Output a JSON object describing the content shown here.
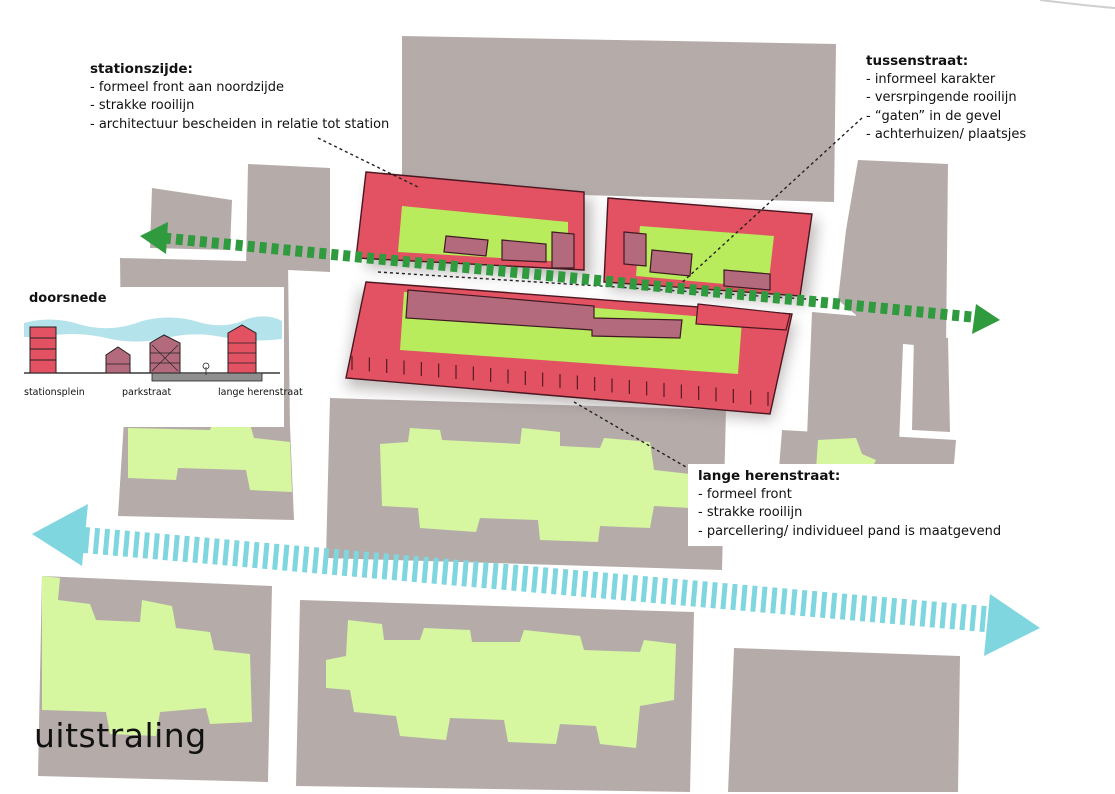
{
  "annotations": {
    "stationszijde": {
      "heading": "stationszijde:",
      "lines": [
        "- formeel front aan noordzijde",
        "- strakke rooilijn",
        "- architectuur bescheiden in relatie tot station"
      ]
    },
    "tussenstraat": {
      "heading": "tussenstraat:",
      "lines": [
        "- informeel karakter",
        "- versrpingende rooilijn",
        "- “gaten” in de gevel",
        "- achterhuizen/ plaatsjes"
      ]
    },
    "lange_herenstraat": {
      "heading": "lange herenstraat:",
      "lines": [
        "- formeel front",
        "- strakke rooilijn",
        "- parcellering/ individueel pand is maatgevend"
      ]
    }
  },
  "doorsnede": {
    "title": "doorsnede",
    "labels": [
      "stationsplein",
      "parkstraat",
      "lange herenstraat"
    ]
  },
  "footer": {
    "title": "uitstraling"
  },
  "colors": {
    "building_gray": "#b5acaa",
    "plan_red": "#e25262",
    "courtyard_green": "#b9ec5c",
    "garden_green": "#d6f7a0",
    "inner_building": "#b26a7c",
    "arrow_green": "#2f9b3e",
    "arrow_cyan": "#7fd6df",
    "sky_blue": "#b5e3ec"
  }
}
